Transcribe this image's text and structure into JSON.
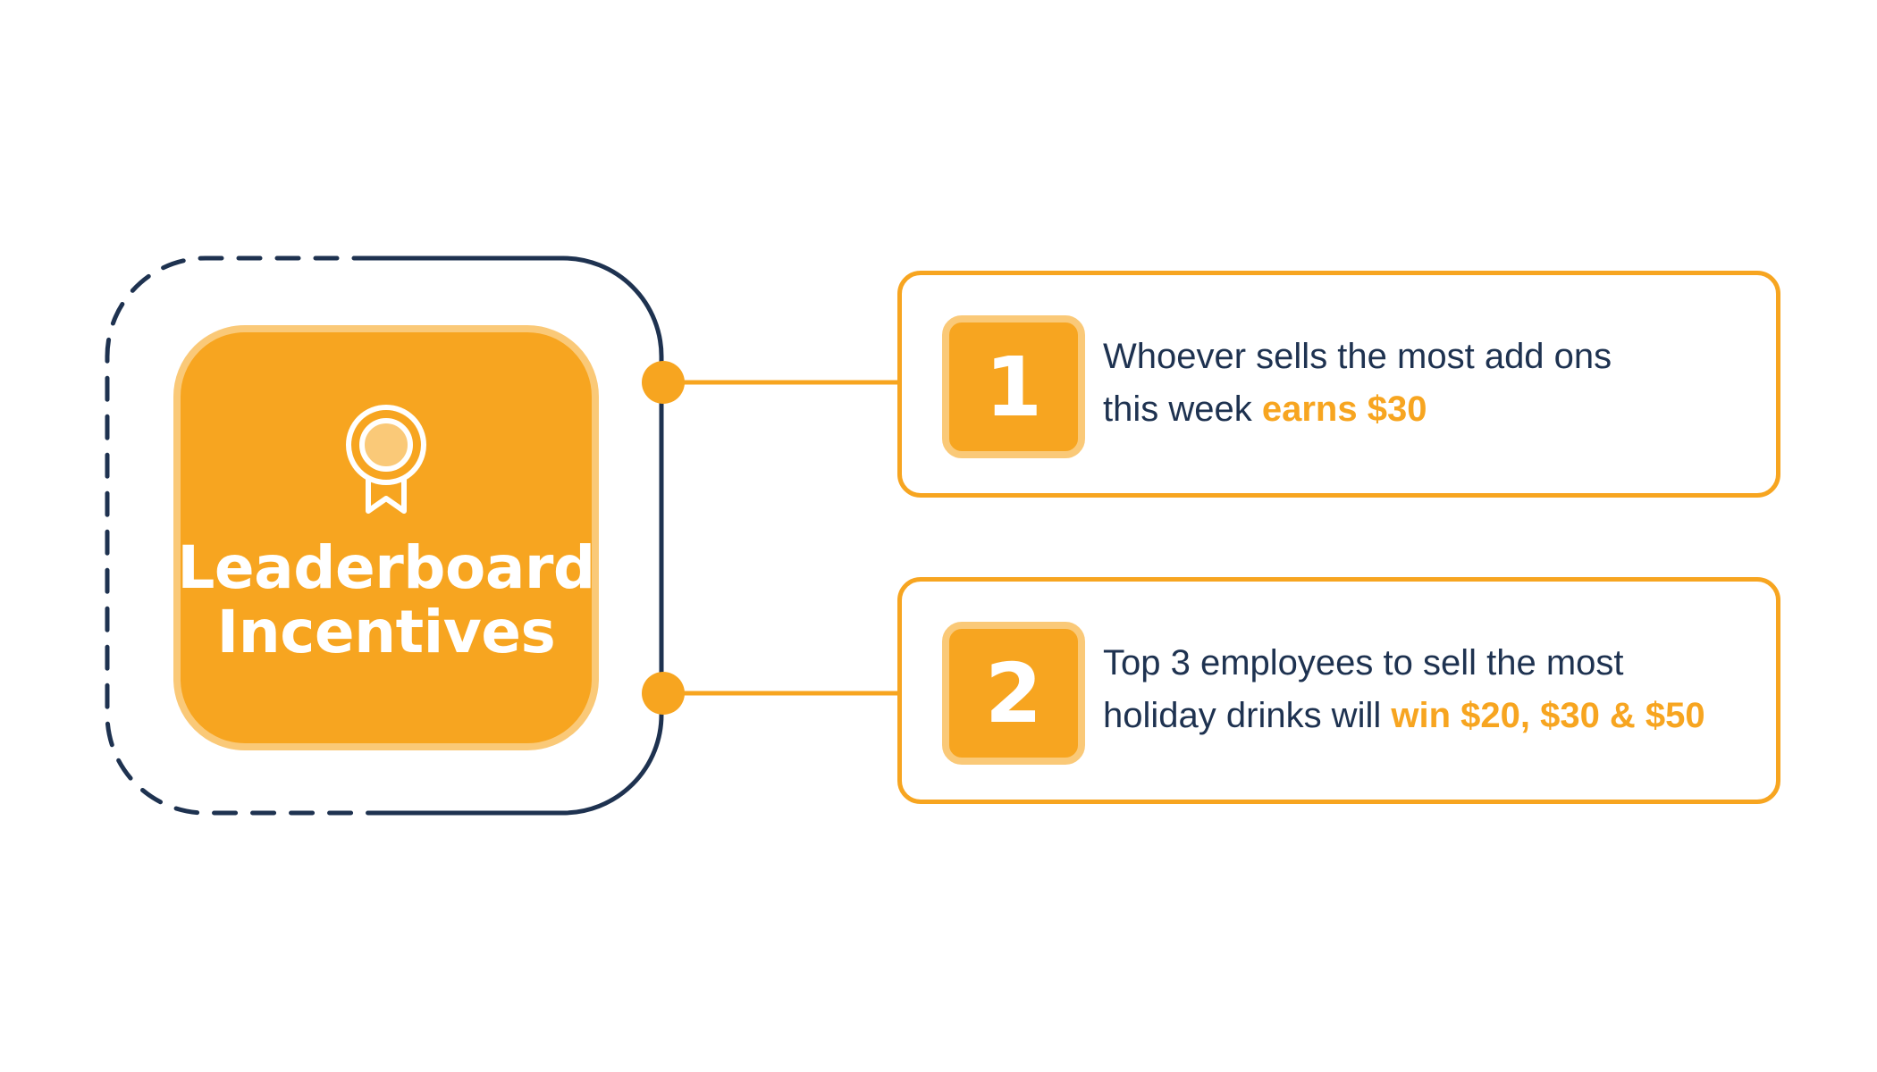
{
  "colors": {
    "accent": "#F7A520",
    "accent_light": "#FAC978",
    "navy": "#1E3250",
    "background": "#FFFFFF"
  },
  "main": {
    "icon": "award-ribbon-icon",
    "title_line1": "Leaderboard",
    "title_line2": "Incentives"
  },
  "items": [
    {
      "number": "1",
      "line1": "Whoever sells the most add ons",
      "line2_plain": "this week ",
      "line2_highlight": "earns $30"
    },
    {
      "number": "2",
      "line1": "Top 3 employees to sell the most",
      "line2_plain": "holiday drinks will ",
      "line2_highlight": "win $20, $30 & $50"
    }
  ]
}
